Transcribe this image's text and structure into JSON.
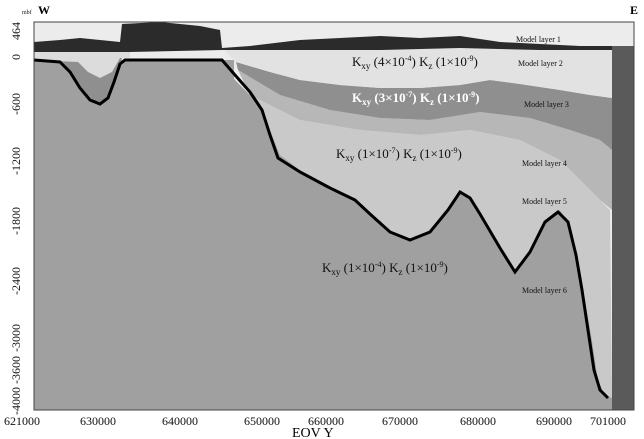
{
  "figure": {
    "west_label": "W",
    "east_label": "E",
    "corner_unit": "mbf",
    "xlabel": "EOV Y",
    "y_ticks": [
      "464",
      "0",
      "-600",
      "-1200",
      "-1800",
      "-2400",
      "-3000",
      "-3600",
      "-4000"
    ],
    "x_ticks": [
      "621000",
      "630000",
      "640000",
      "650000",
      "660000",
      "670000",
      "680000",
      "690000",
      "701000"
    ],
    "layers": [
      "Model layer 1",
      "Model layer 2",
      "Model layer 3",
      "Model layer 4",
      "Model layer 5",
      "Model layer 6"
    ],
    "annotations": {
      "layer2": {
        "k": "K",
        "xy": "xy",
        "a1": " (4×10",
        "e1": "-4",
        "a2": ") K",
        "z": "z",
        "a3": " (1×10",
        "e2": "-9",
        "a4": ")"
      },
      "layer3": {
        "k": "K",
        "xy": "xy",
        "a1": " (3×10",
        "e1": "-7",
        "a2": ") K",
        "z": "z",
        "a3": " (1×10",
        "e2": "-9",
        "a4": ")"
      },
      "layer4": {
        "k": "K",
        "xy": "xy",
        "a1": " (1×10",
        "e1": "-7",
        "a2": ") K",
        "z": "z",
        "a3": " (1×10",
        "e2": "-9",
        "a4": ")"
      },
      "layer6": {
        "k": "K",
        "xy": "xy",
        "a1": " (1×10",
        "e1": "-4",
        "a2": ") K",
        "z": "z",
        "a3": " (1×10",
        "e2": "-9",
        "a4": ")"
      }
    },
    "colors": {
      "layer1": "#2b2b2b",
      "layer2": "#e2e2e2",
      "layer3": "#8f8f8f",
      "layer4": "#b7b7b7",
      "layer5": "#c9c9c9",
      "layer6": "#a0a0a0",
      "basement": "#ececec",
      "east_wall": "#5a5a5a"
    }
  }
}
